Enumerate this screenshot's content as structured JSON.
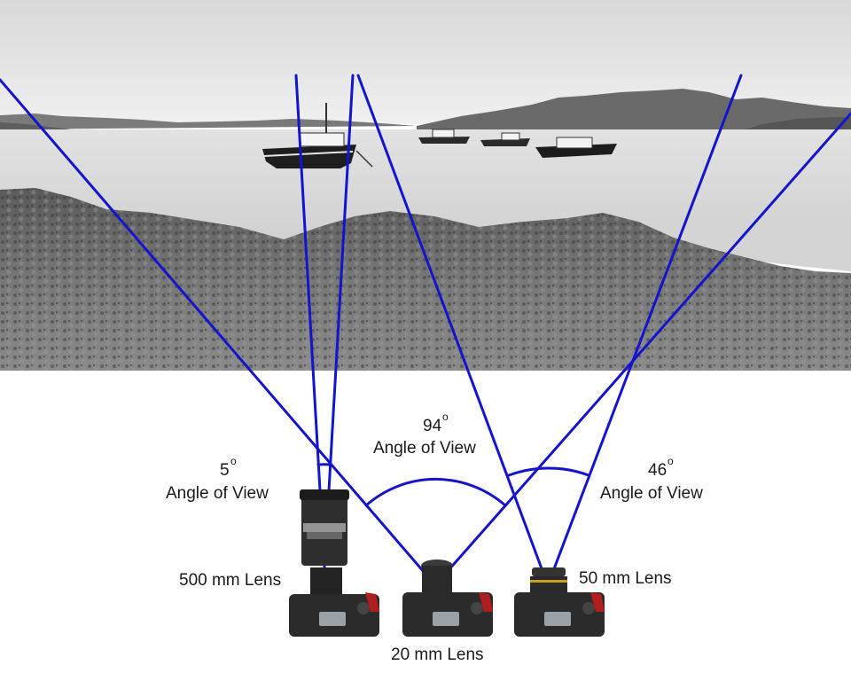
{
  "diagram": {
    "cameras": [
      {
        "id": "telephoto",
        "lens_label": "500 mm Lens",
        "angle_value": "5",
        "angle_unit": "o",
        "angle_caption": "Angle of View"
      },
      {
        "id": "wide",
        "lens_label": "20 mm Lens",
        "angle_value": "94",
        "angle_unit": "o",
        "angle_caption": "Angle of View"
      },
      {
        "id": "normal",
        "lens_label": "50 mm Lens",
        "angle_value": "46",
        "angle_unit": "o",
        "angle_caption": "Angle of View"
      }
    ],
    "colors": {
      "lines": "#1414cc",
      "sky": "#e8e8e8",
      "water": "#d9d9d9",
      "rock": "#6a6a6a",
      "camera_body": "#2b2b2b",
      "background": "#ffffff"
    }
  }
}
